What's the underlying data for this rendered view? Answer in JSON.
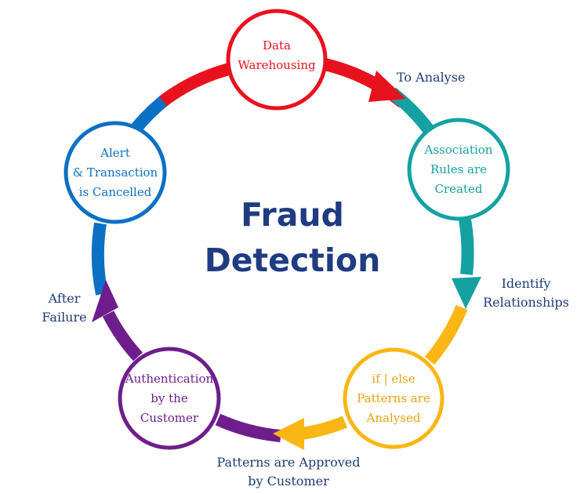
{
  "title": "Fraud\nDetection",
  "nodes": [
    {
      "id": "data-warehousing",
      "label": "Data\nWarehousing",
      "color": "#e8121e"
    },
    {
      "id": "association-rules",
      "label": "Association\nRules are\nCreated",
      "color": "#15a1a1"
    },
    {
      "id": "if-else-patterns",
      "label": "if | else\nPatterns are\nAnalysed",
      "color": "#fab615"
    },
    {
      "id": "authentication",
      "label": "Authentication\nby the\nCustomer",
      "color": "#6e1e8c"
    },
    {
      "id": "alert-cancelled",
      "label": "Alert\n& Transaction\nis Cancelled",
      "color": "#0c70c4"
    }
  ],
  "edges": [
    {
      "from": "data-warehousing",
      "to": "association-rules",
      "label": "To Analyse"
    },
    {
      "from": "association-rules",
      "to": "if-else-patterns",
      "label": "Identify\nRelationships"
    },
    {
      "from": "if-else-patterns",
      "to": "authentication",
      "label": "Patterns are Approved\nby Customer"
    },
    {
      "from": "authentication",
      "to": "alert-cancelled",
      "label": "After\nFailure"
    },
    {
      "from": "alert-cancelled",
      "to": "data-warehousing",
      "label": ""
    }
  ],
  "colors": {
    "title": "#1f3b82",
    "edge_label": "#1f3b75"
  }
}
